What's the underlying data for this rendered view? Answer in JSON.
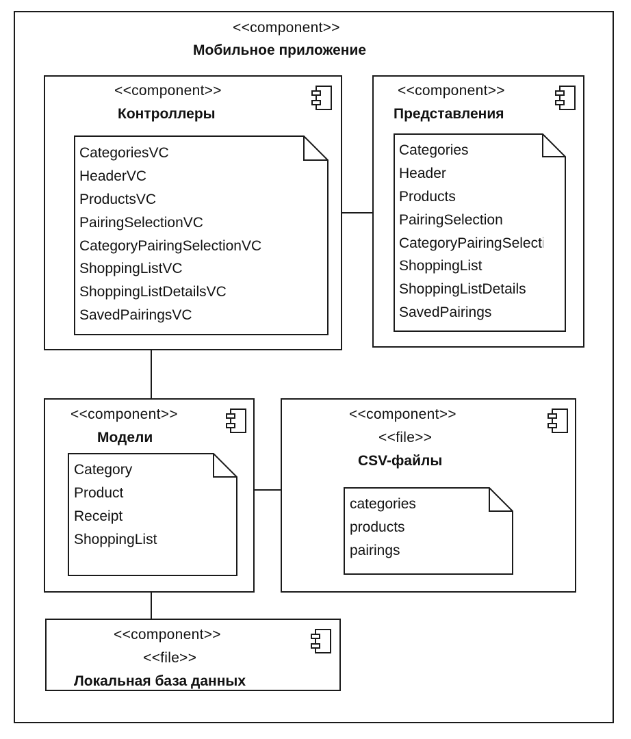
{
  "outer": {
    "stereotype": "<<component>>",
    "title": "Мобильное приложение"
  },
  "controllers": {
    "stereotype": "<<component>>",
    "title": "Контроллеры",
    "items": [
      "CategoriesVC",
      "HeaderVC",
      "ProductsVC",
      "PairingSelectionVC",
      "CategoryPairingSelectionVC",
      "ShoppingListVC",
      "ShoppingListDetailsVC",
      "SavedPairingsVC"
    ]
  },
  "views": {
    "stereotype": "<<component>>",
    "title": "Представления",
    "items": [
      "Categories",
      "Header",
      "Products",
      "PairingSelection",
      "CategoryPairingSelection",
      "ShoppingList",
      "ShoppingListDetails",
      "SavedPairings"
    ]
  },
  "models": {
    "stereotype": "<<component>>",
    "title": "Модели",
    "items": [
      "Category",
      "Product",
      "Receipt",
      "ShoppingList"
    ]
  },
  "csv": {
    "stereotype": "<<component>>",
    "file_stereotype": "<<file>>",
    "title": "CSV-файлы",
    "items": [
      "categories",
      "products",
      "pairings"
    ]
  },
  "localdb": {
    "stereotype": "<<component>>",
    "file_stereotype": "<<file>>",
    "title": "Локальная база данных"
  },
  "icons": {
    "component": "uml-component-icon"
  },
  "colors": {
    "line": "#1a1a1a",
    "background": "#ffffff",
    "text": "#111111"
  }
}
